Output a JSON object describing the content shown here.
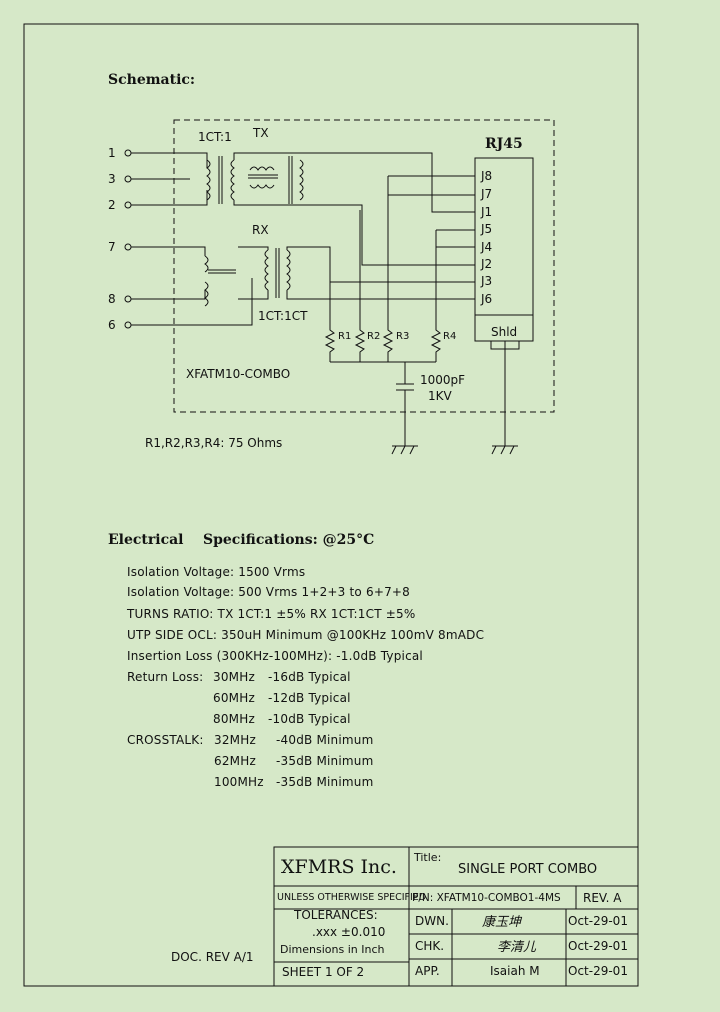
{
  "schematic": {
    "title": "Schematic:",
    "tx_ratio": "1CT:1",
    "tx_label": "TX",
    "rx_label": "RX",
    "rx_ratio": "1CT:1CT",
    "connector": "RJ45",
    "pins": [
      "1",
      "3",
      "2",
      "7",
      "8",
      "6"
    ],
    "jacks": [
      "J8",
      "J7",
      "J1",
      "J5",
      "J4",
      "J2",
      "J3",
      "J6"
    ],
    "shield": "Shld",
    "resistors": [
      "R1",
      "R2",
      "R3",
      "R4"
    ],
    "part_label": "XFATM10-COMBO",
    "cap_value": "1000pF",
    "cap_voltage": "1KV",
    "resistor_note": "R1,R2,R3,R4: 75 Ohms"
  },
  "electrical": {
    "title": "Electrical    Specifications: @25°C",
    "lines": [
      "Isolation Voltage:  1500 Vrms",
      "Isolation Voltage:  500 Vrms 1+2+3 to 6+7+8",
      "TURNS RATIO: TX 1CT:1 ±5% RX 1CT:1CT ±5%",
      "UTP SIDE OCL: 350uH Minimum @100KHz 100mV 8mADC",
      "Insertion Loss (300KHz-100MHz): -1.0dB Typical"
    ],
    "return_loss_label": "Return Loss:",
    "return_loss": [
      {
        "freq": "30MHz",
        "value": "-16dB Typical"
      },
      {
        "freq": "60MHz",
        "value": "-12dB Typical"
      },
      {
        "freq": "80MHz",
        "value": "-10dB Typical"
      }
    ],
    "crosstalk_label": "CROSSTALK:",
    "crosstalk": [
      {
        "freq": "32MHz",
        "value": "-40dB Minimum"
      },
      {
        "freq": "62MHz",
        "value": "-35dB Minimum"
      },
      {
        "freq": "100MHz",
        "value": "-35dB Minimum"
      }
    ]
  },
  "title_block": {
    "company": "XFMRS Inc.",
    "title_label": "Title:",
    "title": "SINGLE PORT COMBO",
    "unless": "UNLESS OTHERWISE SPECIFIED",
    "pn": "P/N: XFATM10-COMBO1-4MS",
    "rev": "REV. A",
    "tolerances": "TOLERANCES:",
    "tol_value": ".xxx ±0.010",
    "dimensions": "Dimensions in Inch",
    "sheet": "SHEET  1  OF  2",
    "dwn_label": "DWN.",
    "dwn_name": "康玉坤",
    "dwn_date": "Oct-29-01",
    "chk_label": "CHK.",
    "chk_name": "李清儿",
    "chk_date": "Oct-29-01",
    "app_label": "APP.",
    "app_name": "Isaiah M",
    "app_date": "Oct-29-01",
    "doc_rev": "DOC. REV A/1"
  }
}
